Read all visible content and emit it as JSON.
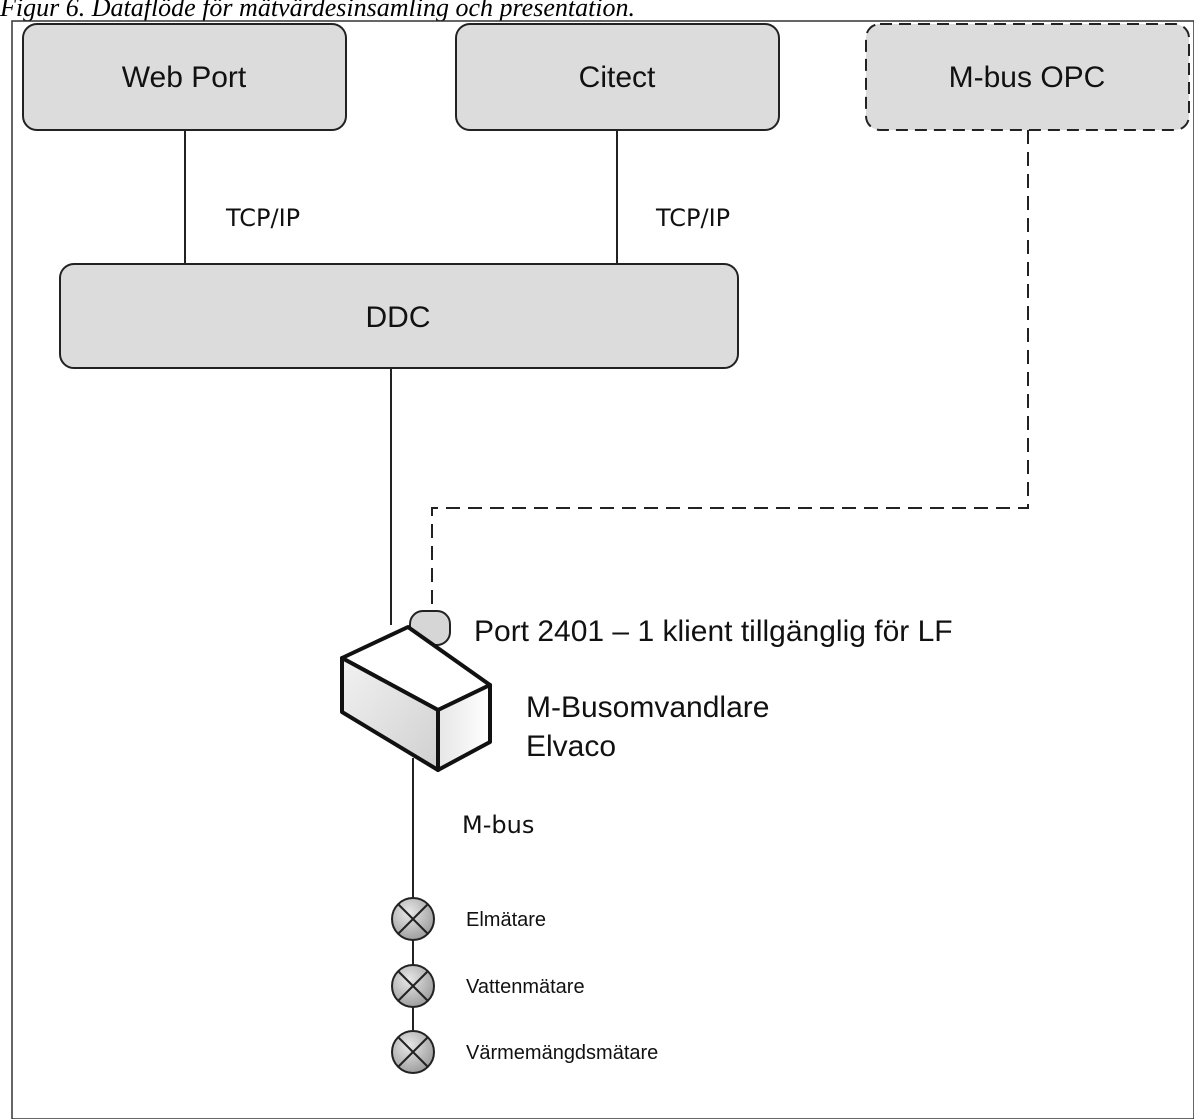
{
  "caption": "Figur 6. Dataflöde för mätvärdesinsamling och presentation.",
  "nodes": {
    "web_port": "Web Port",
    "citect": "Citect",
    "mbus_opc": "M-bus OPC",
    "ddc": "DDC"
  },
  "links": {
    "tcp_left": "TCP/IP",
    "tcp_right": "TCP/IP",
    "mbus": "M-bus"
  },
  "port_label": "Port 2401 – 1 klient tillgänglig för LF",
  "converter": {
    "line1": "M-Busomvandlare",
    "line2": "Elvaco"
  },
  "meters": [
    "Elmätare",
    "Vattenmätare",
    "Värmemängdsmätare"
  ],
  "colors": {
    "box_fill": "#dcdcdc",
    "stroke": "#222222",
    "meter_fill": "#cfcfcf"
  }
}
